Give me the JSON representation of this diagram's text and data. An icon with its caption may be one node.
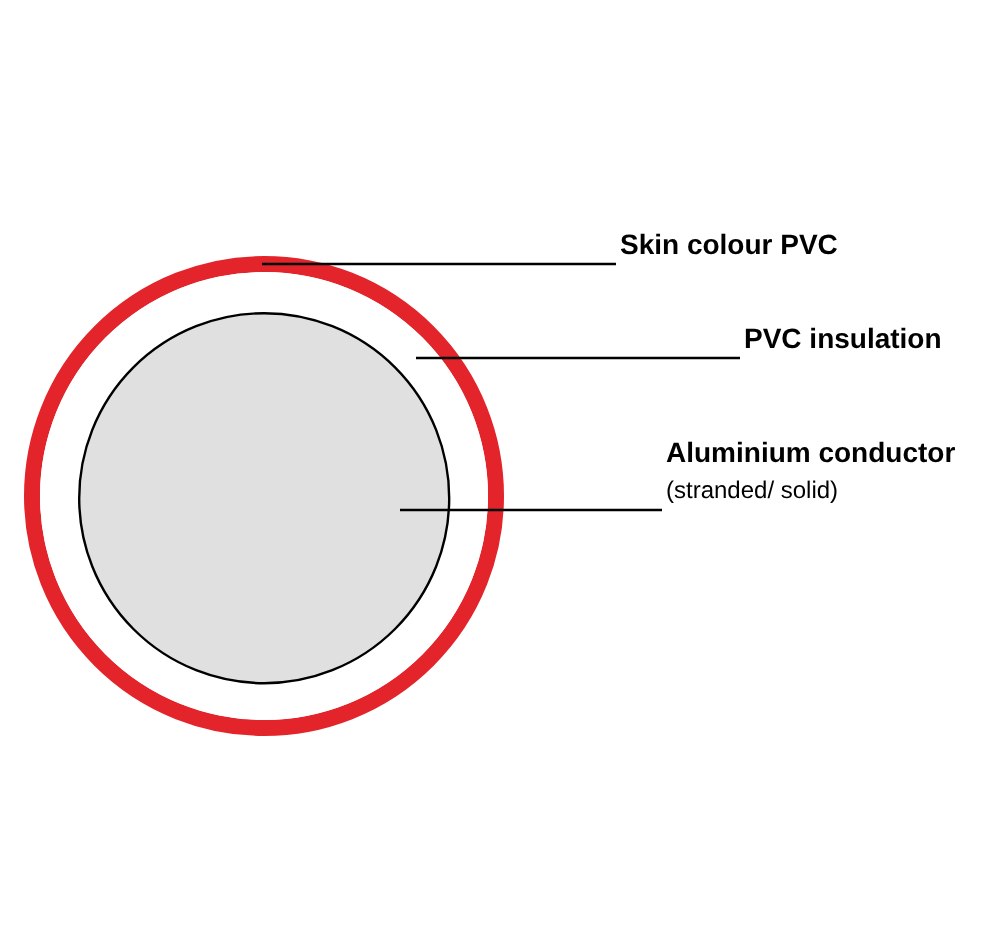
{
  "diagram": {
    "nodes": [
      {
        "text": [
          "Skin colour PVC"
        ]
      },
      {
        "text": [
          "PVC insulation"
        ]
      },
      {
        "text": [
          "Aluminium conductor",
          "(stranded/ solid)"
        ]
      },
      {
        "text": [],
        "shape": "circle"
      },
      {
        "text": [],
        "shape": "circle",
        "in": 3
      },
      {
        "text": [],
        "shape": "circle",
        "in": 4
      }
    ],
    "edges": [
      {
        "from": 0,
        "to": 3,
        "arrow": "none"
      },
      {
        "from": 1,
        "to": 4,
        "arrow": "none"
      },
      {
        "from": 2,
        "to": 5,
        "arrow": "none"
      }
    ]
  }
}
